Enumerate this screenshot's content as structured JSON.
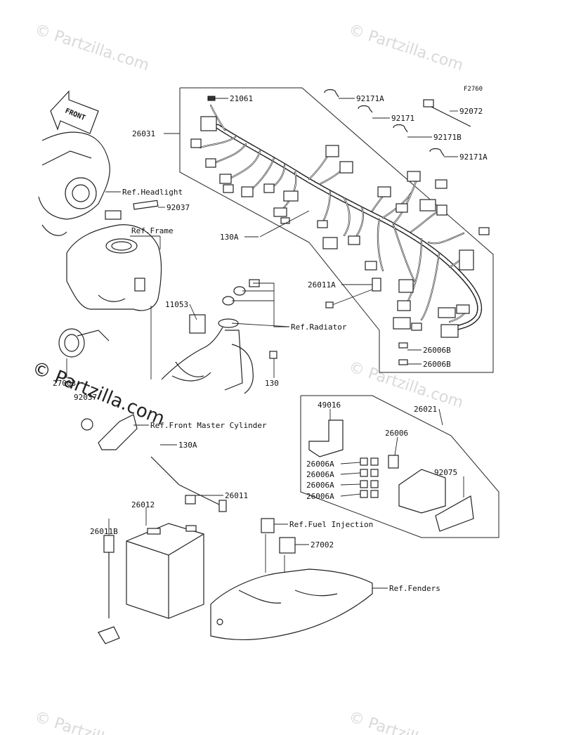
{
  "figure_code": "F2760",
  "watermark": {
    "text": "© Partzilla.com"
  },
  "front_arrow": {
    "text": "FRONT"
  },
  "part_labels": [
    {
      "id": "21061",
      "text": "21061"
    },
    {
      "id": "26031",
      "text": "26031"
    },
    {
      "id": "92171A-top",
      "text": "92171A"
    },
    {
      "id": "92171",
      "text": "92171"
    },
    {
      "id": "92072",
      "text": "92072"
    },
    {
      "id": "92171B",
      "text": "92171B"
    },
    {
      "id": "92171A-lower",
      "text": "92171A"
    },
    {
      "id": "92037",
      "text": "92037"
    },
    {
      "id": "130A-top",
      "text": "130A"
    },
    {
      "id": "26011A",
      "text": "26011A"
    },
    {
      "id": "11053",
      "text": "11053"
    },
    {
      "id": "26006B-a",
      "text": "26006B"
    },
    {
      "id": "26006B-b",
      "text": "26006B"
    },
    {
      "id": "130",
      "text": "130"
    },
    {
      "id": "27003",
      "text": "27003"
    },
    {
      "id": "92037b",
      "text": "92037"
    },
    {
      "id": "49016",
      "text": "49016"
    },
    {
      "id": "26021",
      "text": "26021"
    },
    {
      "id": "26006",
      "text": "26006"
    },
    {
      "id": "26006A-1",
      "text": "26006A"
    },
    {
      "id": "26006A-2",
      "text": "26006A"
    },
    {
      "id": "26006A-3",
      "text": "26006A"
    },
    {
      "id": "26006A-4",
      "text": "26006A"
    },
    {
      "id": "92075",
      "text": "92075"
    },
    {
      "id": "130A-lower",
      "text": "130A"
    },
    {
      "id": "26011",
      "text": "26011"
    },
    {
      "id": "26012",
      "text": "26012"
    },
    {
      "id": "26011B",
      "text": "26011B"
    },
    {
      "id": "27002",
      "text": "27002"
    }
  ],
  "reference_labels": [
    {
      "id": "headlight",
      "text": "Ref.Headlight"
    },
    {
      "id": "frame",
      "text": "Ref.Frame"
    },
    {
      "id": "radiator",
      "text": "Ref.Radiator"
    },
    {
      "id": "front-master-cylinder",
      "text": "Ref.Front Master Cylinder"
    },
    {
      "id": "fuel-injection",
      "text": "Ref.Fuel Injection"
    },
    {
      "id": "fenders",
      "text": "Ref.Fenders"
    }
  ]
}
